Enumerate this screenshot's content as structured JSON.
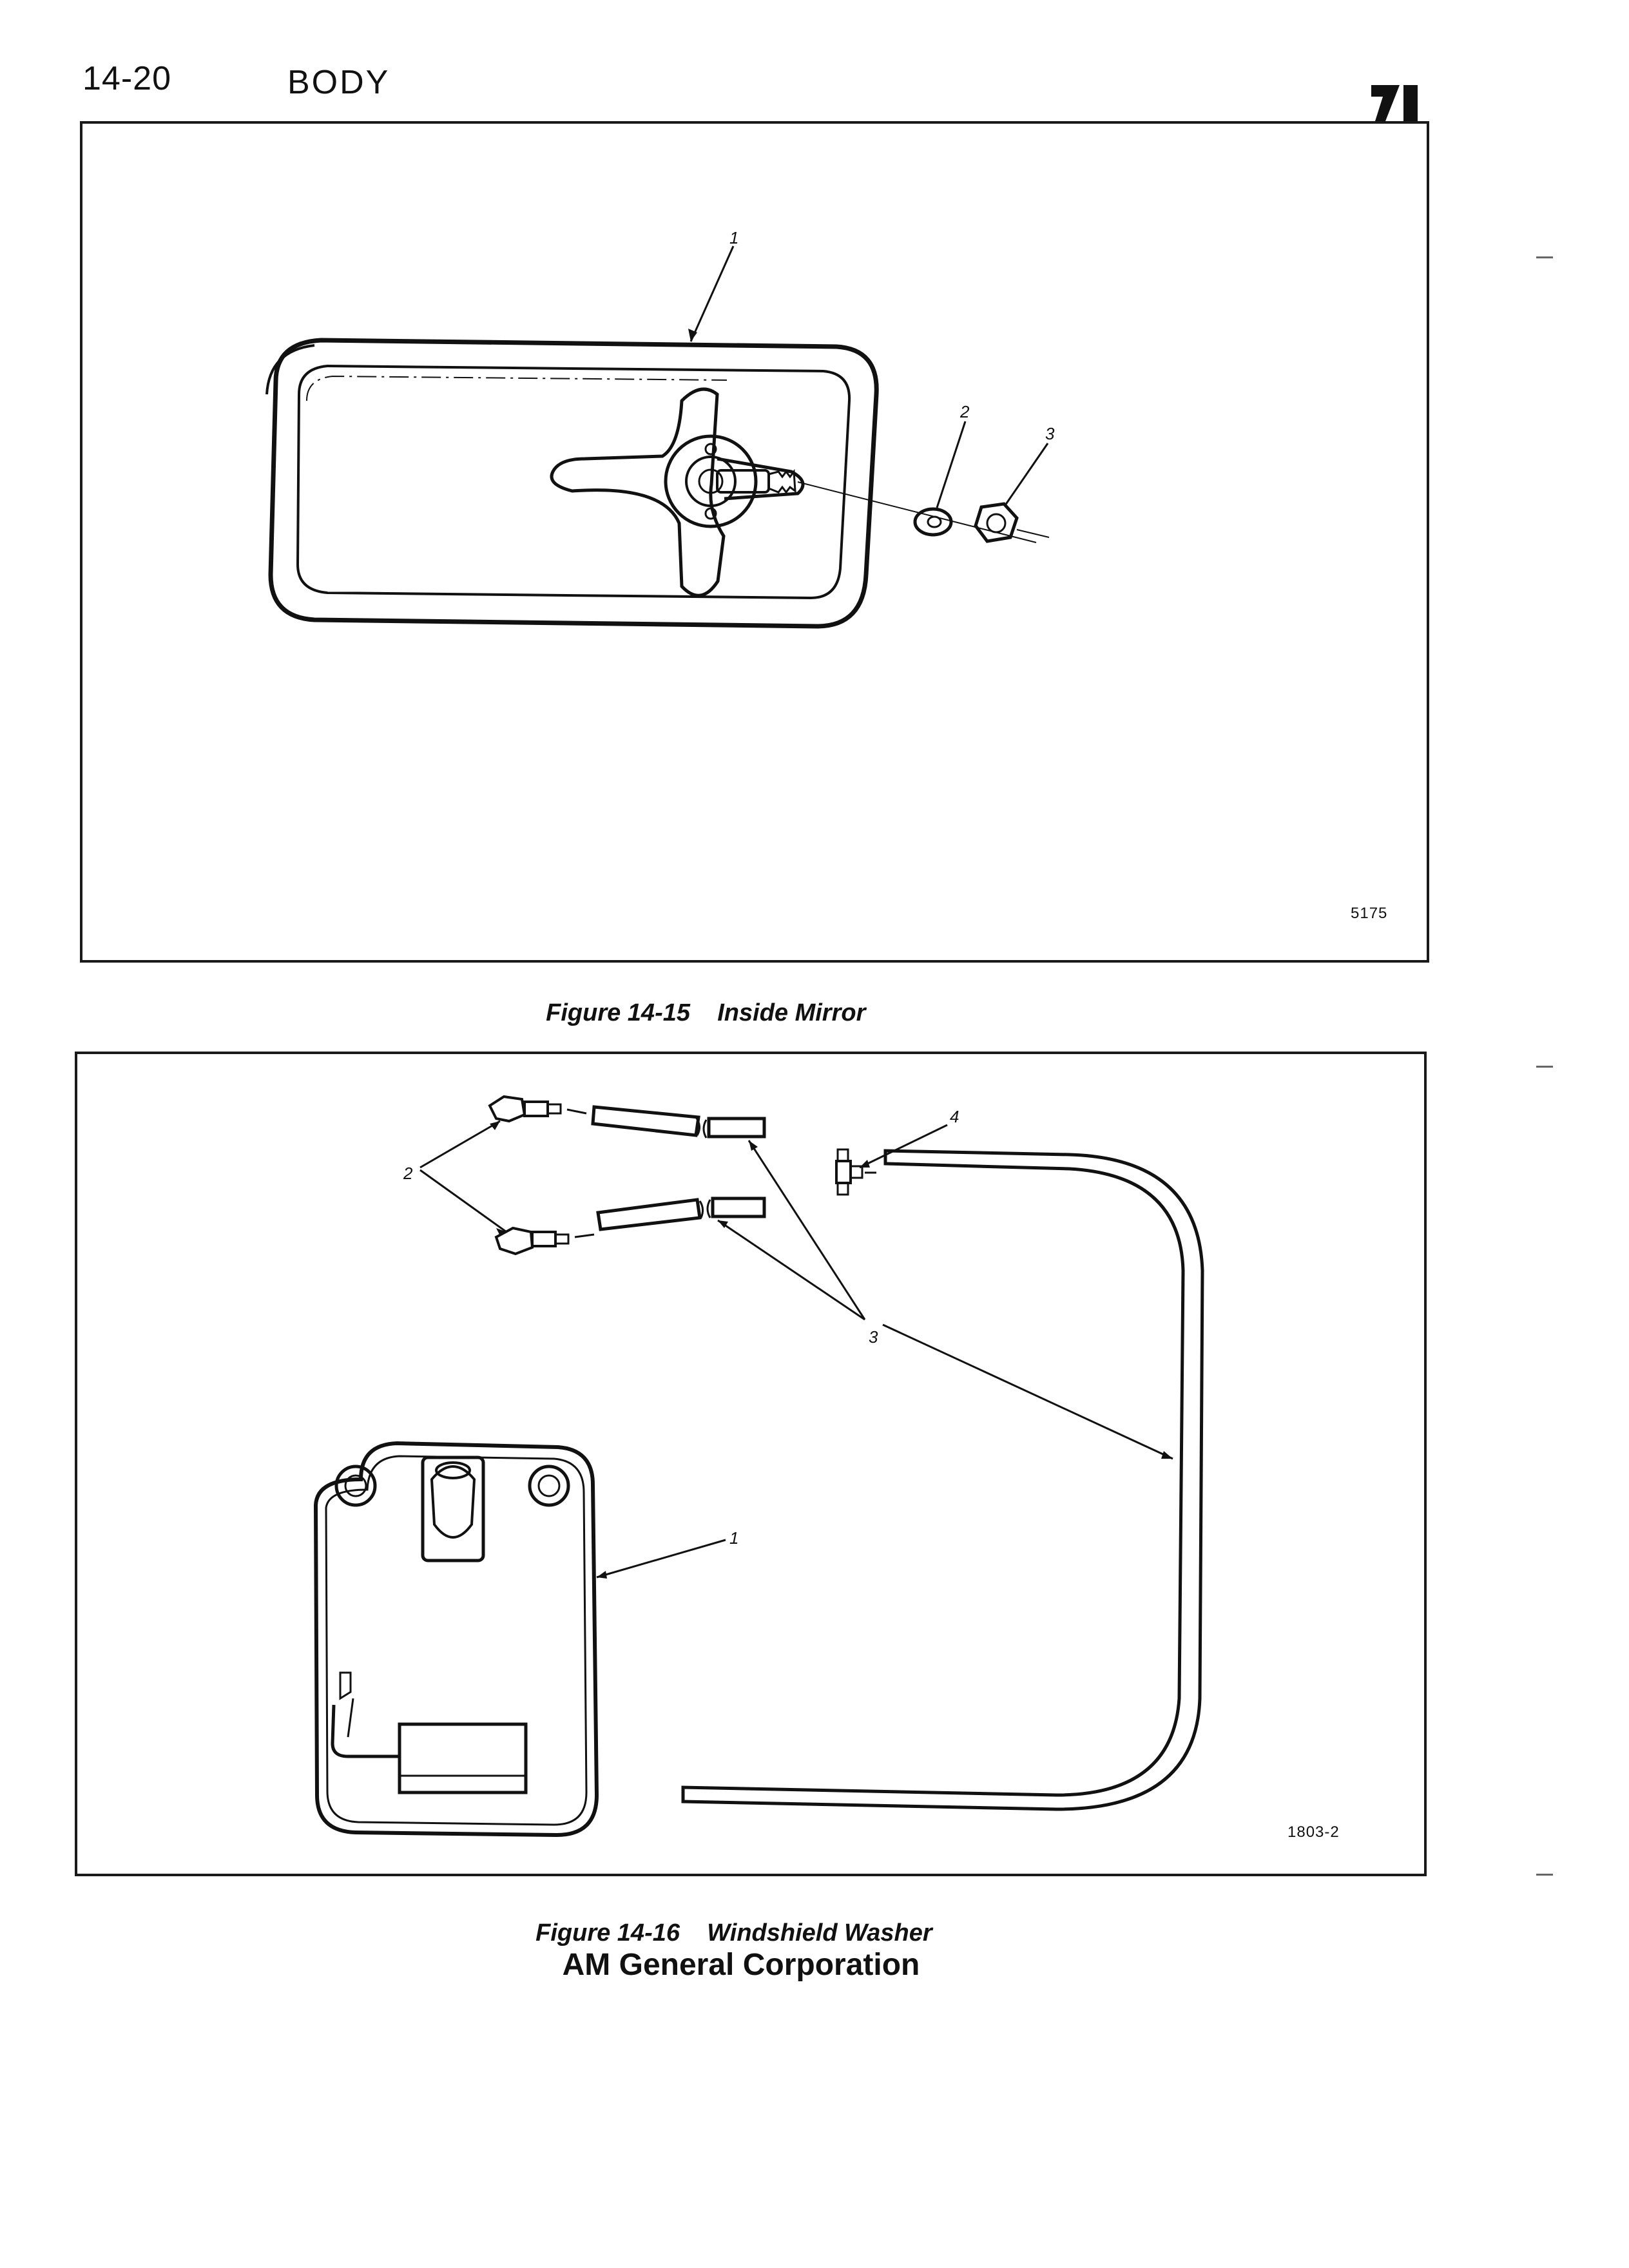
{
  "header": {
    "page_number": "14-20",
    "section_title": "BODY"
  },
  "figures": [
    {
      "caption_label": "Figure 14-15",
      "caption_title": "Inside Mirror",
      "code": "5175",
      "callouts": [
        "1",
        "2",
        "3"
      ]
    },
    {
      "caption_label": "Figure 14-16",
      "caption_title": "Windshield Washer",
      "code": "1803-2",
      "callouts": [
        "1",
        "2",
        "3",
        "4"
      ]
    }
  ],
  "footer": {
    "company": "AM General Corporation"
  }
}
